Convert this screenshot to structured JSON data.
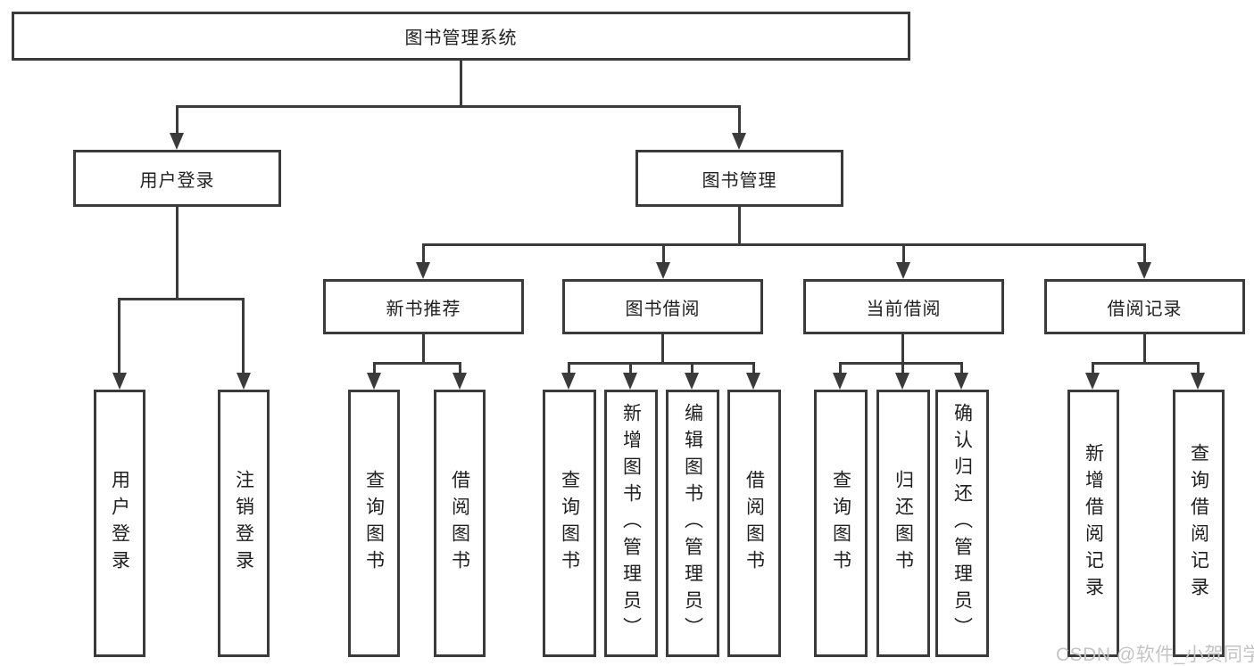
{
  "colors": {
    "line": "#3b3b3b",
    "text": "#1f1f1f",
    "background": "#ffffff",
    "watermark": "#c4c4c4"
  },
  "watermark": {
    "text": "CSDN @软件_小贺同学"
  },
  "tree": {
    "root": {
      "label": "图书管理系统",
      "children": [
        {
          "label": "用户登录",
          "children": [
            {
              "label": "用户登录"
            },
            {
              "label": "注销登录"
            }
          ]
        },
        {
          "label": "图书管理",
          "children": [
            {
              "label": "新书推荐",
              "children": [
                {
                  "label": "查询图书"
                },
                {
                  "label": "借阅图书"
                }
              ]
            },
            {
              "label": "图书借阅",
              "children": [
                {
                  "label": "查询图书"
                },
                {
                  "label": "新增图书（管理员）"
                },
                {
                  "label": "编辑图书（管理员）"
                },
                {
                  "label": "借阅图书"
                }
              ]
            },
            {
              "label": "当前借阅",
              "children": [
                {
                  "label": "查询图书"
                },
                {
                  "label": "归还图书"
                },
                {
                  "label": "确认归还（管理员）"
                }
              ]
            },
            {
              "label": "借阅记录",
              "children": [
                {
                  "label": "新增借阅记录"
                },
                {
                  "label": "查询借阅记录"
                }
              ]
            }
          ]
        }
      ]
    }
  }
}
